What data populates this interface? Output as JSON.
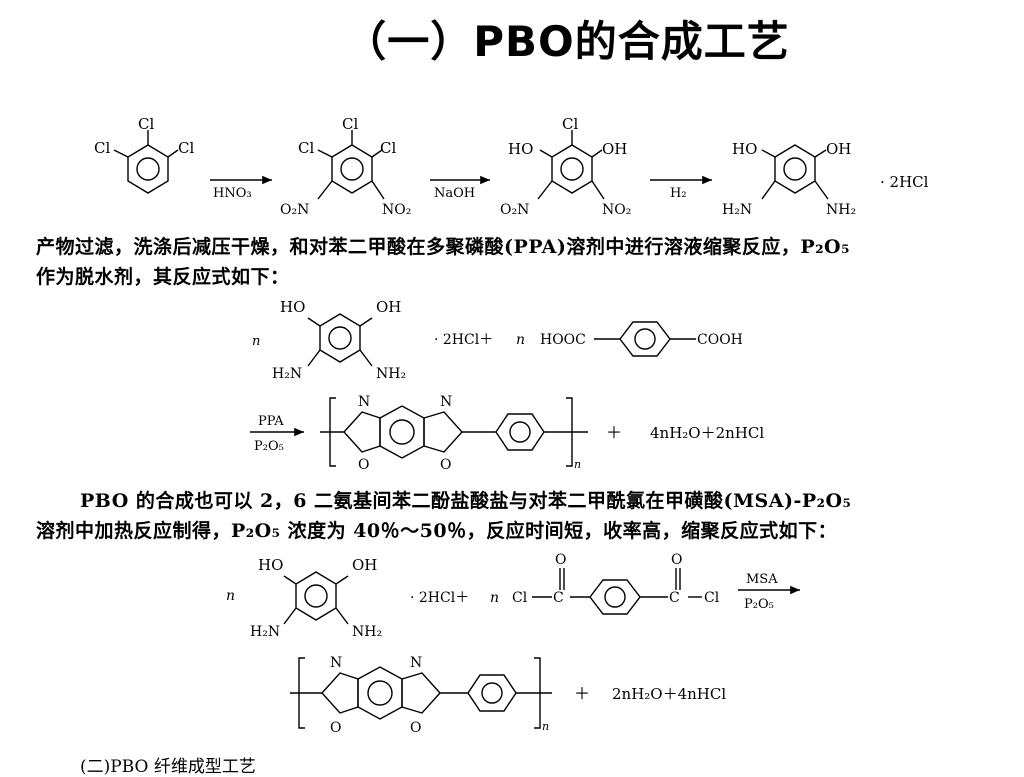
{
  "title": "（一）PBO的合成工艺",
  "labels": {
    "cl": "Cl",
    "ho": "HO",
    "oh": "OH",
    "o2n": "O₂N",
    "no2": "NO₂",
    "h2n": "H₂N",
    "nh2": "NH₂",
    "hcl_salt": "· 2HCl",
    "hcl_plus_n": "· 2HCl＋",
    "n": "n",
    "hooc": "HOOC",
    "cooh": "COOH",
    "n_atom": "N",
    "o_atom": "O",
    "plus": "＋",
    "byproducts_1": "4nH₂O＋2nHCl",
    "byproducts_2": "2nH₂O＋4nHCl"
  },
  "reagents": {
    "hno3": "HNO₃",
    "naoh": "NaOH",
    "h2": "H₂",
    "ppa": "PPA",
    "p2o5": "P₂O₅",
    "msa": "MSA"
  },
  "paragraph1": {
    "line1": "产物过滤，洗涤后减压干燥，和对苯二甲酸在多聚磷酸(PPA)溶剂中进行溶液缩聚反应，P₂O₅",
    "line2": "作为脱水剂，其反应式如下："
  },
  "paragraph2": {
    "line1": "PBO 的合成也可以 2，6 二氨基间苯二酚盐酸盐与对苯二甲酰氯在甲磺酸(MSA)-P₂O₅",
    "line2": "溶剂中加热反应制得，P₂O₅ 浓度为 40％～50％，反应时间短，收率高，缩聚反应式如下："
  },
  "next_heading_partial": "(二)PBO 纤维成型工艺"
}
